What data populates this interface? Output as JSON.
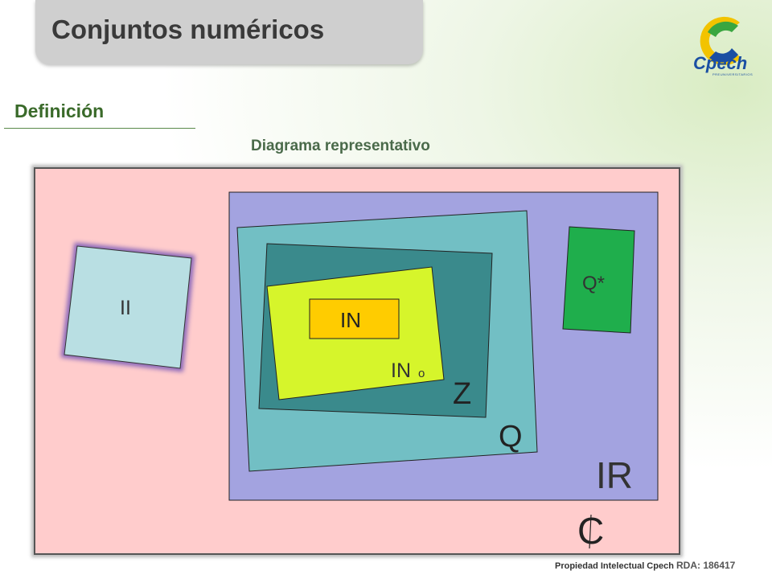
{
  "header": {
    "title": "Conjuntos numéricos",
    "logo_text": "Cpech",
    "logo_subtext": "PREUNIVERSITARIOS"
  },
  "section": {
    "heading": "Definición",
    "subtitle": "Diagrama representativo"
  },
  "diagram": {
    "sets": {
      "C": "C",
      "IR": "IR",
      "Q": "Q",
      "Z": "Z",
      "IN0_main": "IN",
      "IN0_sub": "o",
      "IN": "IN",
      "Qstar": "Q*",
      "II": "II"
    },
    "colors": {
      "C": "#ffcccc",
      "IR": "#a3a3e0",
      "Q": "#72bfc4",
      "Z": "#3a8a8c",
      "IN0": "#d6f52b",
      "IN": "#ffcc00",
      "Qstar": "#1fae4c",
      "II": "#b9dfe3",
      "II_glow": "#7a5ab8"
    }
  },
  "footer": {
    "owner": "Propiedad Intelectual Cpech",
    "rda": "RDA: 186417"
  }
}
